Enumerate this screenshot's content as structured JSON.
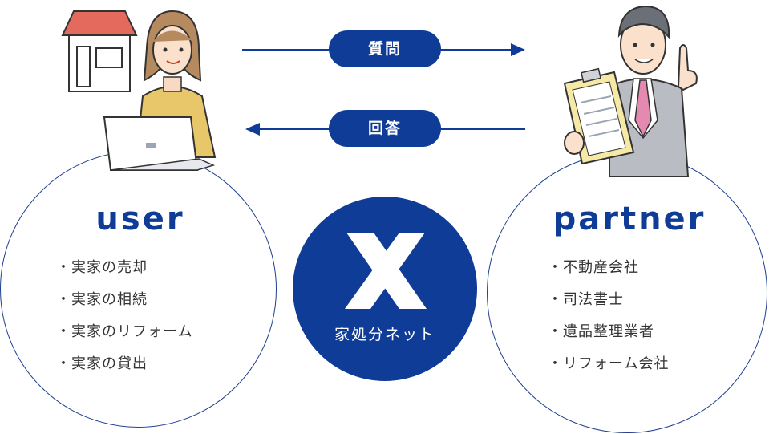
{
  "arrows": {
    "question_label": "質問",
    "answer_label": "回答"
  },
  "user": {
    "heading": "user",
    "items": [
      "実家の売却",
      "実家の相続",
      "実家のリフォーム",
      "実家の貸出"
    ]
  },
  "partner": {
    "heading": "partner",
    "items": [
      "不動産会社",
      "司法書士",
      "遺品整理業者",
      "リフォーム会社"
    ]
  },
  "center": {
    "logo_mark": "X",
    "label": "家処分ネット"
  },
  "colors": {
    "primary": "#0f3c96",
    "circle_border": "#1e3f8f",
    "house_roof": "#e56a5e",
    "woman_jacket": "#e8c76a",
    "man_suit": "#b9bcc2",
    "man_tie": "#e48ab0",
    "clipboard": "#f6e9a6"
  },
  "icons": [
    "house-icon",
    "woman-with-laptop-icon",
    "man-with-clipboard-icon",
    "arrow-right-icon",
    "arrow-left-icon"
  ]
}
